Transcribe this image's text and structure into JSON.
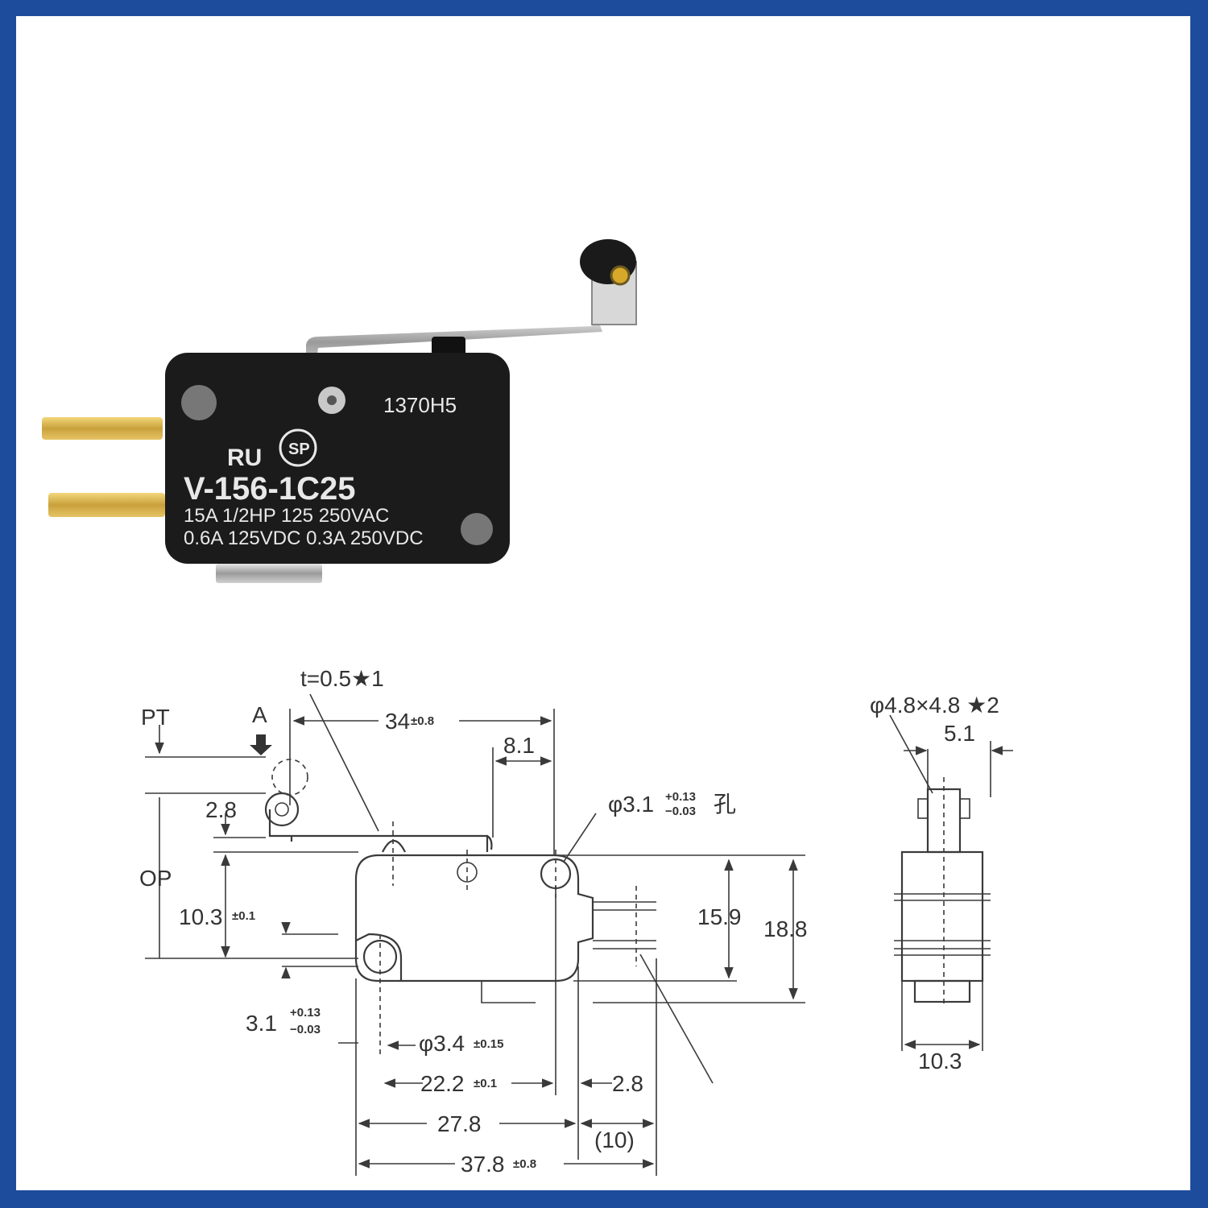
{
  "product": {
    "code": "1370H5",
    "model": "V-156-1C25",
    "rating_line1": "15A 1/2HP 125 250VAC",
    "rating_line2": "0.6A 125VDC 0.3A 250VDC",
    "ul_mark": "RU",
    "csa_mark": "SP"
  },
  "drawing": {
    "lever_thickness": "t=0.5★1",
    "pt": "PT",
    "a": "A",
    "op": "OP",
    "dim_34": "34",
    "tol_34": "±0.8",
    "dim_8_1": "8.1",
    "dim_2_8_top": "2.8",
    "hole_3_1": "φ3.1",
    "hole_3_1_tol_plus": "+0.13",
    "hole_3_1_tol_minus": "−0.03",
    "hole_3_1_suffix": "孔",
    "dim_10_3": "10.3",
    "tol_10_3": "±0.1",
    "dim_15_9": "15.9",
    "dim_18_8": "18.8",
    "dim_3_1": "3.1",
    "tol_3_1_plus": "+0.13",
    "tol_3_1_minus": "−0.03",
    "hole_3_4": "φ3.4",
    "tol_3_4": "±0.15",
    "dim_22_2": "22.2",
    "tol_22_2": "±0.1",
    "dim_2_8_bottom": "2.8",
    "dim_27_8": "27.8",
    "dim_10_paren": "(10)",
    "dim_37_8": "37.8",
    "tol_37_8": "±0.8",
    "roller_size": "φ4.8×4.8 ★2",
    "dim_5_1": "5.1",
    "dim_10_3_side": "10.3"
  }
}
